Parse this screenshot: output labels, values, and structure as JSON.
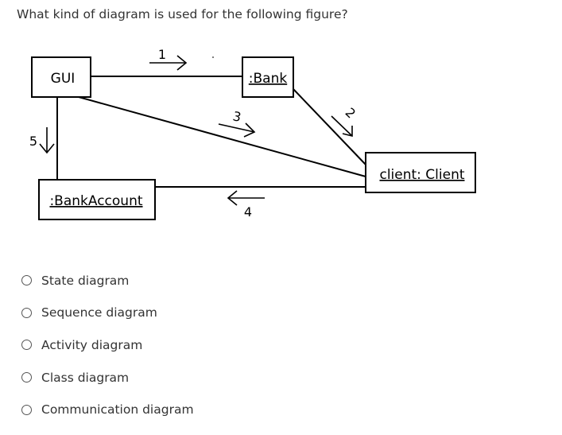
{
  "question": {
    "text": "What kind of diagram is used for the following figure?"
  },
  "diagram": {
    "objects": {
      "gui": "GUI",
      "bank": ":Bank",
      "client": "client: Client",
      "bank_account": ":BankAccount"
    },
    "messages": {
      "m1": "1",
      "m2": "2",
      "m3": "3",
      "m4": "4",
      "m5": "5"
    }
  },
  "options": [
    {
      "label": "State diagram"
    },
    {
      "label": "Sequence diagram"
    },
    {
      "label": "Activity diagram"
    },
    {
      "label": "Class diagram"
    },
    {
      "label": "Communication diagram"
    }
  ]
}
